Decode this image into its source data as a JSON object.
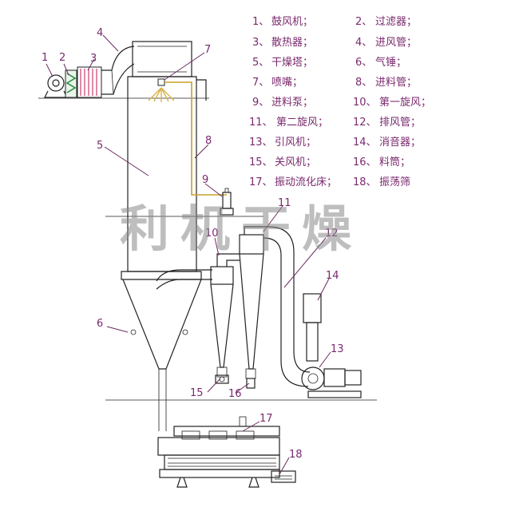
{
  "legend": [
    {
      "num": "1、",
      "name": "鼓风机；"
    },
    {
      "num": "2、",
      "name": "过滤器；"
    },
    {
      "num": "3、",
      "name": "散热器；"
    },
    {
      "num": "4、",
      "name": "进风管；"
    },
    {
      "num": "5、",
      "name": "干燥塔；"
    },
    {
      "num": "6、",
      "name": "气锤；"
    },
    {
      "num": "7、",
      "name": "喷嘴；"
    },
    {
      "num": "8、",
      "name": "进料管；"
    },
    {
      "num": "9、",
      "name": "进料泵；"
    },
    {
      "num": "10、",
      "name": "第一旋风；"
    },
    {
      "num": "11、",
      "name": "第二旋风；"
    },
    {
      "num": "12、",
      "name": "排风管；"
    },
    {
      "num": "13、",
      "name": "引风机；"
    },
    {
      "num": "14、",
      "name": "消音器；"
    },
    {
      "num": "15、",
      "name": "关风机；"
    },
    {
      "num": "16、",
      "name": "料筒；"
    },
    {
      "num": "17、",
      "name": "振动流化床；"
    },
    {
      "num": "18、",
      "name": "振荡筛"
    }
  ],
  "callouts": [
    "1",
    "2",
    "3",
    "4",
    "5",
    "6",
    "7",
    "8",
    "9",
    "10",
    "11",
    "12",
    "13",
    "14",
    "15",
    "16",
    "17",
    "18"
  ],
  "watermark": "利机干燥",
  "colors": {
    "label": "#7a2a6e",
    "line": "#222222",
    "feed_pipe": "#c9a227",
    "watermark": "#8a8a8a"
  }
}
